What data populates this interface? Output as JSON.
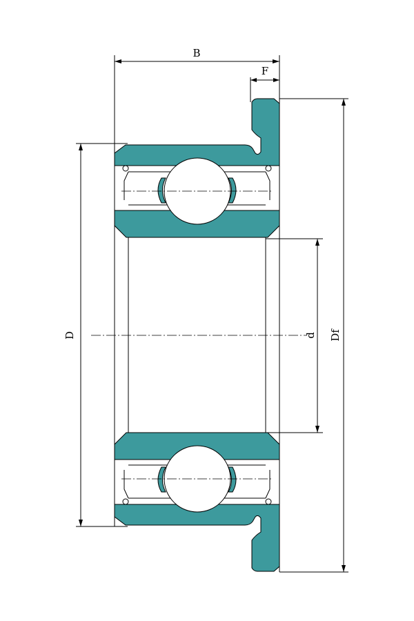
{
  "labels": {
    "width": "B",
    "flange_width": "F",
    "outer_diameter": "D",
    "bore_diameter": "d",
    "flange_diameter": "Df"
  },
  "colors": {
    "metal": "#3d9a9d",
    "line": "#000000",
    "background": "#ffffff"
  }
}
